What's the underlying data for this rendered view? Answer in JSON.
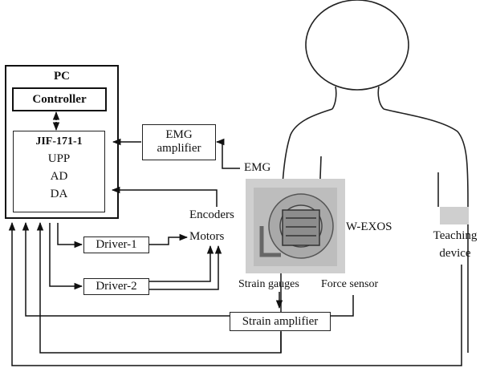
{
  "pc": {
    "title": "PC",
    "controller": "Controller",
    "board": [
      "JIF-171-1",
      "UPP",
      "AD",
      "DA"
    ]
  },
  "emg_amplifier": [
    "EMG",
    "amplifier"
  ],
  "emg_label": "EMG",
  "encoders_label": "Encoders",
  "motors_label": "Motors",
  "driver1": "Driver-1",
  "driver2": "Driver-2",
  "wexos_label": "W-EXOS",
  "strain_gauges_label": "Strain  gauges",
  "force_sensor_label": "Force sensor",
  "strain_amplifier": "Strain amplifier",
  "teaching_device": [
    "Teaching",
    "device"
  ]
}
